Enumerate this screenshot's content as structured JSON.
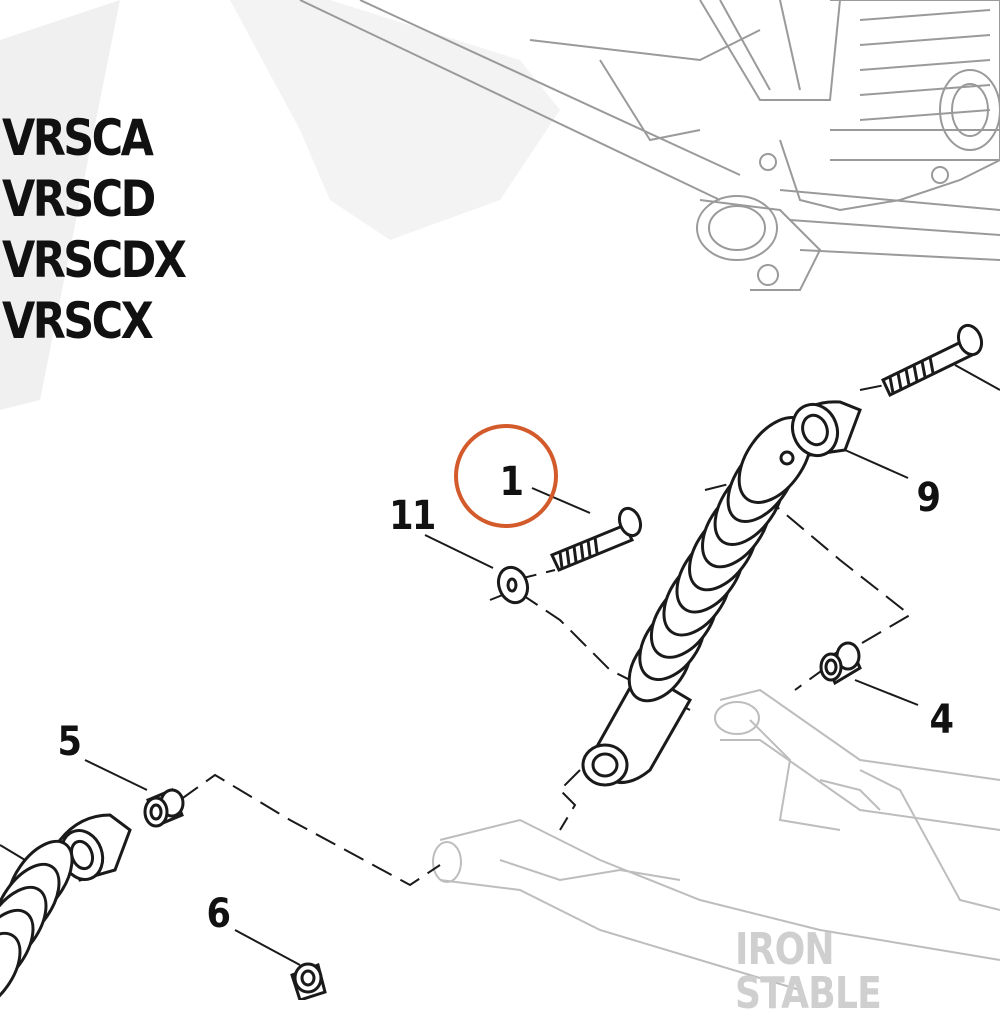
{
  "models": [
    "VRSCA",
    "VRSCD",
    "VRSCDX",
    "VRSCX"
  ],
  "callouts": {
    "part1": "1",
    "part11": "11",
    "part9": "9",
    "part4": "4",
    "part5": "5",
    "part6": "6"
  },
  "highlight": {
    "part": "1",
    "color": "#d35a2a"
  },
  "watermark": "IRON STABLE",
  "colors": {
    "line": "#1a1a1a",
    "faded": "#b8b8b8",
    "watermark": "#cfcfcf"
  }
}
